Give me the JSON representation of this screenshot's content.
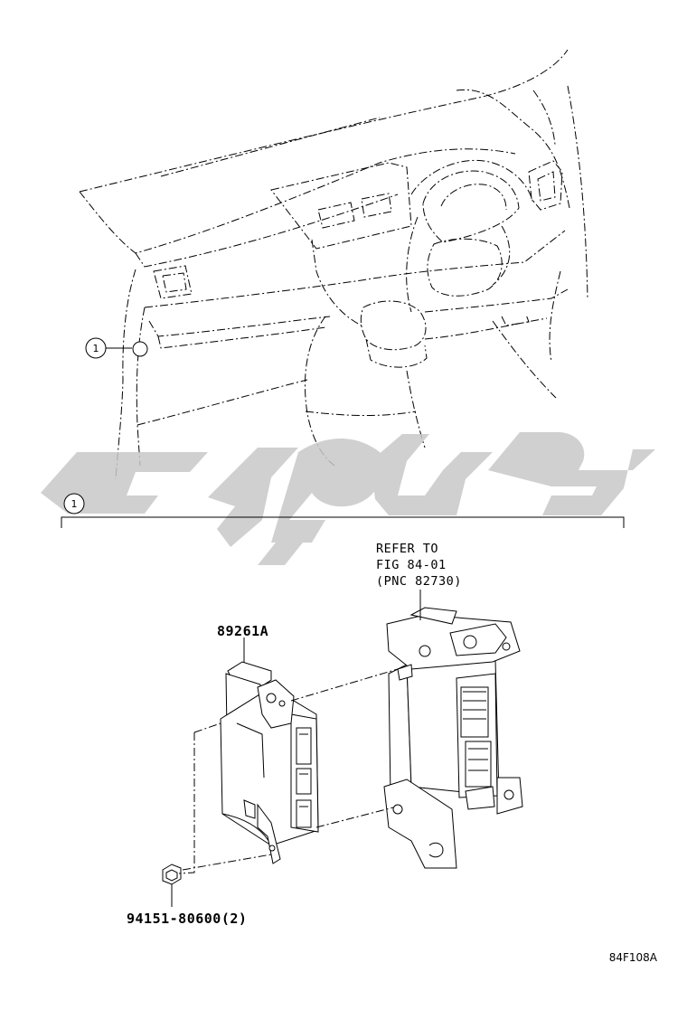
{
  "callouts": {
    "top_number": "1",
    "section_number": "1"
  },
  "parts": {
    "computer_code": "89261A",
    "nut_code": "94151-80600(2)"
  },
  "reference": {
    "line1": "REFER TO",
    "line2": "FIG 84-01",
    "line3": "(PNC 82730)"
  },
  "figure_id": "84F108A",
  "watermark": {
    "color": "#c8c8c8"
  }
}
